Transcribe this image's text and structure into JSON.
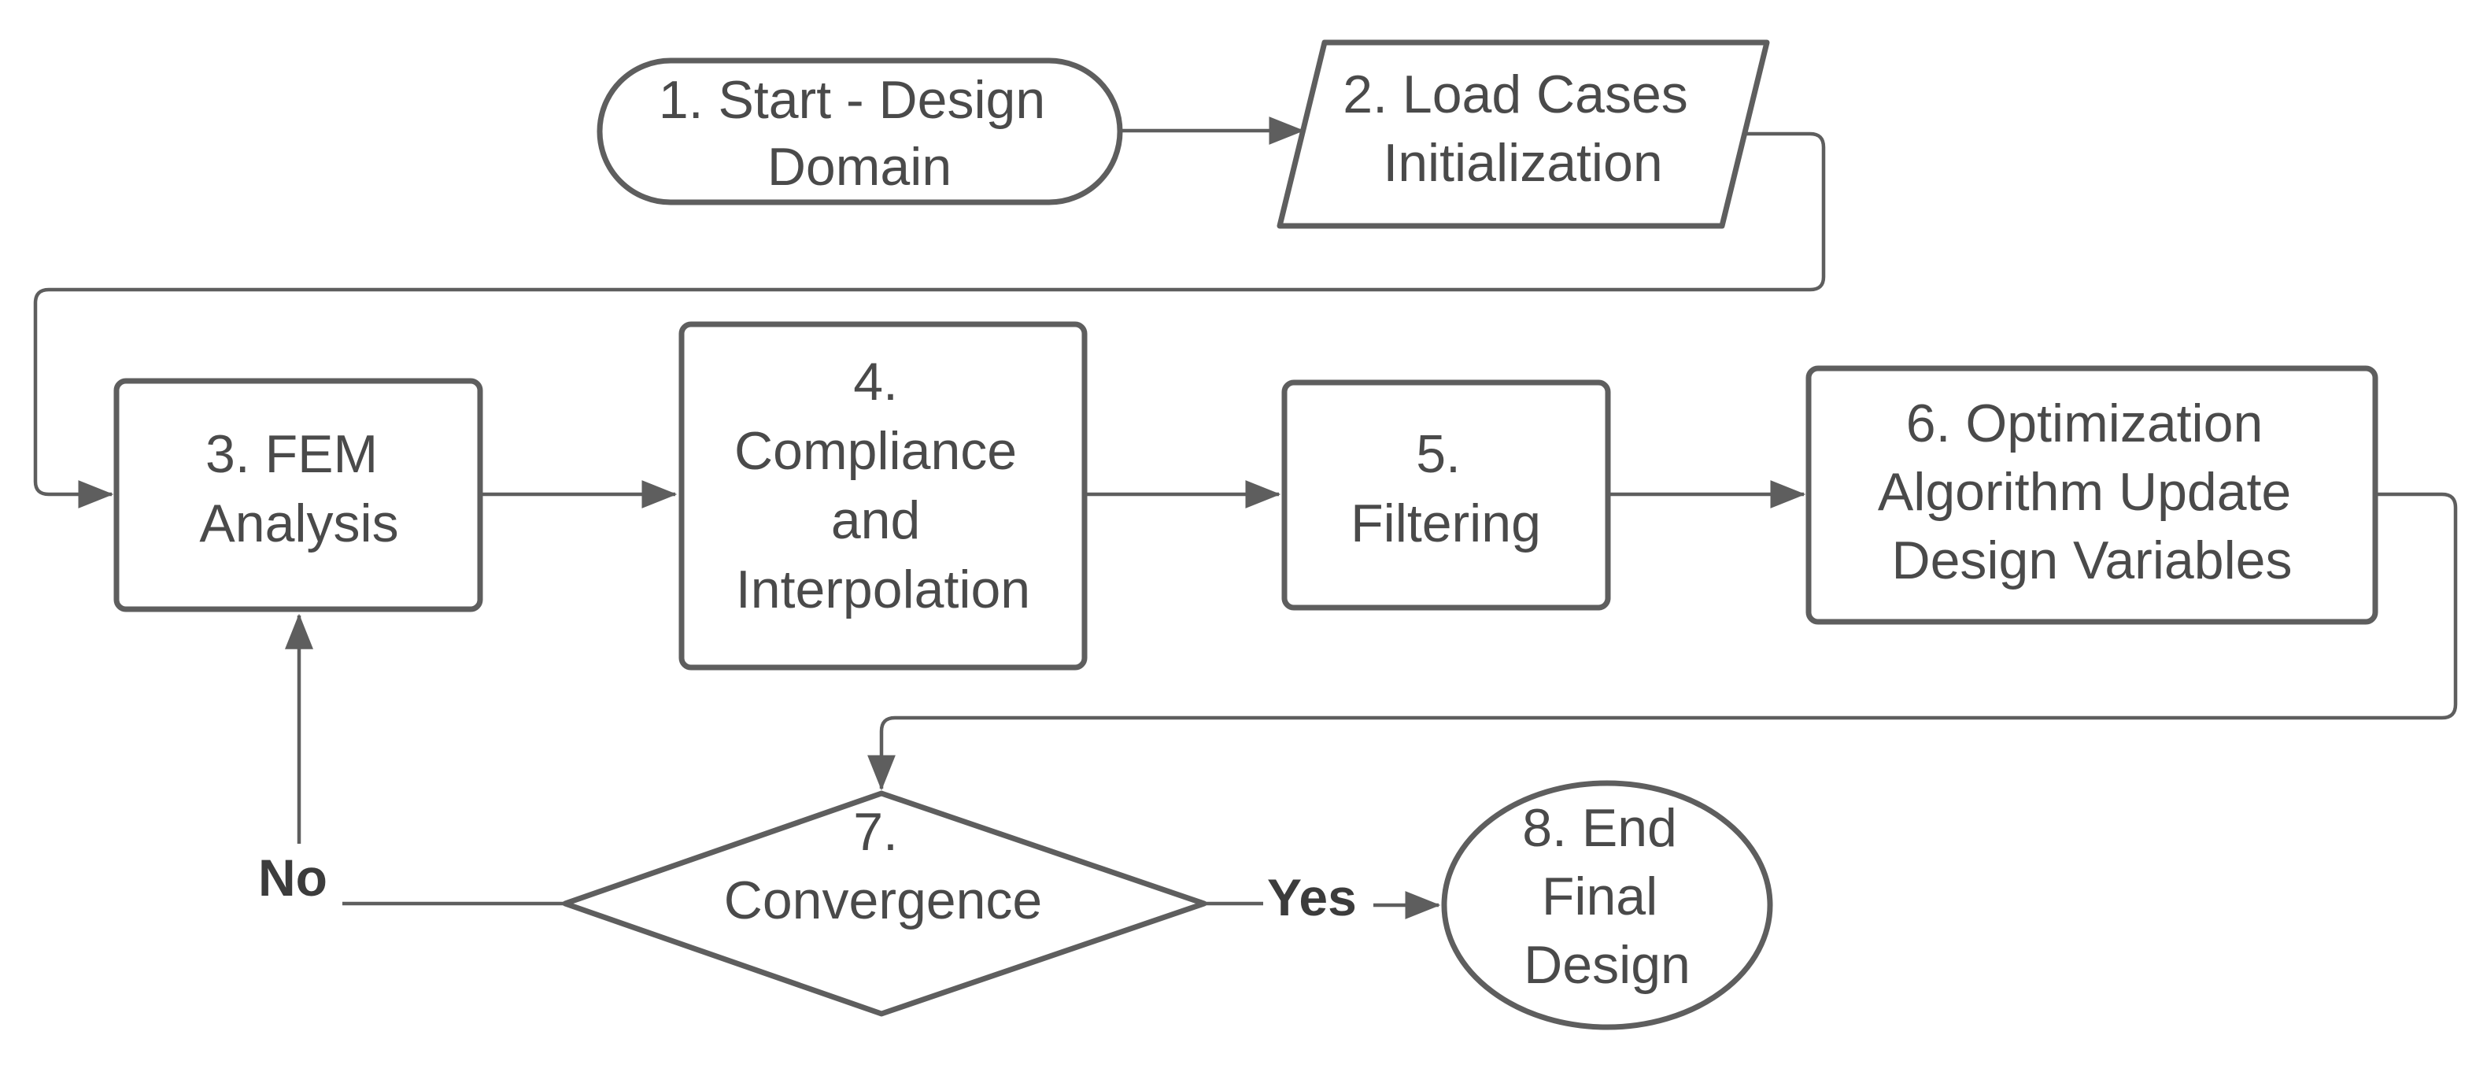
{
  "diagram": {
    "type": "flowchart",
    "colors": {
      "stroke": "#5e5e5e",
      "text": "#4a4a4a",
      "background": "#ffffff"
    },
    "nodes": [
      {
        "id": "start",
        "shape": "terminator",
        "lines": [
          "1. Start - Design",
          "Domain"
        ]
      },
      {
        "id": "load",
        "shape": "parallelogram",
        "lines": [
          "2. Load Cases",
          "Initialization"
        ]
      },
      {
        "id": "fem",
        "shape": "process",
        "lines": [
          "3. FEM",
          "Analysis"
        ]
      },
      {
        "id": "compliance",
        "shape": "process",
        "lines": [
          "4.",
          "Compliance",
          "and",
          "Interpolation"
        ]
      },
      {
        "id": "filtering",
        "shape": "process",
        "lines": [
          "5.",
          "Filtering"
        ]
      },
      {
        "id": "optimization",
        "shape": "process",
        "lines": [
          "6. Optimization",
          "Algorithm Update",
          "Design Variables"
        ]
      },
      {
        "id": "convergence",
        "shape": "decision",
        "lines": [
          "7.",
          "Convergence"
        ]
      },
      {
        "id": "end",
        "shape": "terminator",
        "lines": [
          "8. End",
          "Final",
          "Design"
        ]
      }
    ],
    "edges": [
      {
        "from": "start",
        "to": "load",
        "label": ""
      },
      {
        "from": "load",
        "to": "fem",
        "label": ""
      },
      {
        "from": "fem",
        "to": "compliance",
        "label": ""
      },
      {
        "from": "compliance",
        "to": "filtering",
        "label": ""
      },
      {
        "from": "filtering",
        "to": "optimization",
        "label": ""
      },
      {
        "from": "optimization",
        "to": "convergence",
        "label": ""
      },
      {
        "from": "convergence",
        "to": "end",
        "label": "Yes"
      },
      {
        "from": "convergence",
        "to": "fem",
        "label": "No"
      }
    ]
  }
}
